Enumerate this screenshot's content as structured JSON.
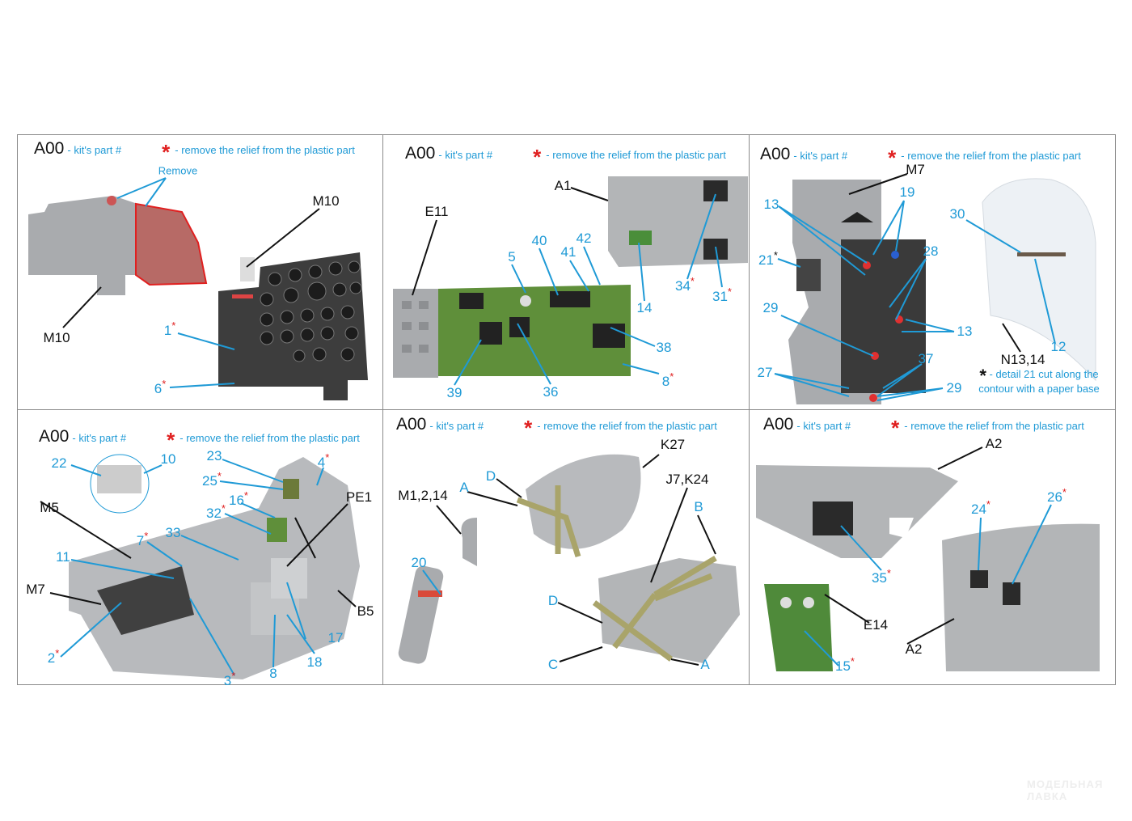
{
  "legend": {
    "code": "A00",
    "code_text": "- kit's part #",
    "star": "*",
    "star_text": "- remove the relief from the plastic part"
  },
  "p1": {
    "remove": "Remove",
    "labels": [
      "M10",
      "M10",
      "1",
      "6"
    ]
  },
  "p2": {
    "labels": [
      "A1",
      "E11",
      "5",
      "40",
      "41",
      "42",
      "34",
      "31",
      "14",
      "38",
      "8",
      "39",
      "36"
    ]
  },
  "p3": {
    "labels": [
      "M7",
      "19",
      "13",
      "30",
      "21",
      "28",
      "29",
      "13",
      "12",
      "N13,14",
      "37",
      "27",
      "29"
    ],
    "note_star": "*",
    "note": "- detail 21 cut along the contour with a paper base"
  },
  "p4": {
    "labels": [
      "22",
      "10",
      "23",
      "4",
      "25",
      "16",
      "PE1",
      "M5",
      "32",
      "33",
      "7",
      "11",
      "M7",
      "B5",
      "17",
      "18",
      "2",
      "8",
      "3"
    ]
  },
  "p5": {
    "labels": [
      "K27",
      "J7,K24",
      "D",
      "A",
      "M1,2,14",
      "B",
      "20",
      "D",
      "C",
      "A"
    ]
  },
  "p6": {
    "labels": [
      "A2",
      "24",
      "26",
      "35",
      "E14",
      "A2",
      "15"
    ]
  },
  "watermark": {
    "line1": "МОДЕЛЬНАЯ",
    "line2": "ЛАВКА"
  },
  "colors": {
    "label": "#1f9ad6",
    "star": "#e02020",
    "plastic": "#a9abae",
    "green": "#5f8f3a",
    "dark": "#3b3b3b"
  }
}
